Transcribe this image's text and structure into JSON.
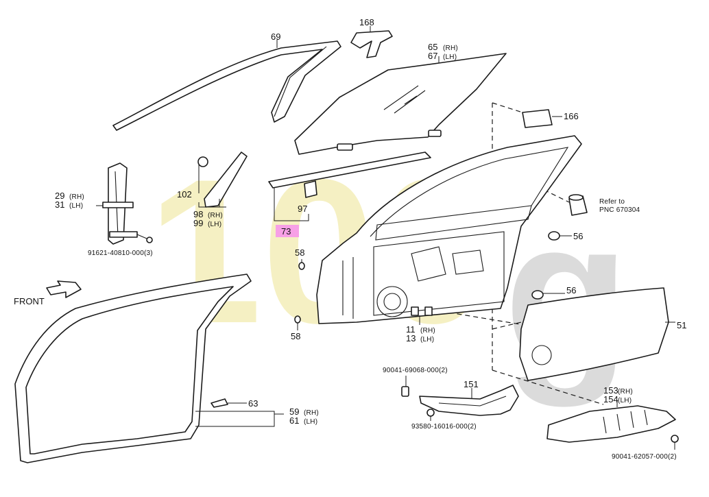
{
  "watermark": {
    "main": "100",
    "tail": "g",
    "color_yellow": "#f2ecb0",
    "color_gray": "#cfcfcf"
  },
  "highlight_color": "#f7a0e6",
  "labels": {
    "p69": "69",
    "p168": "168",
    "p65": "65",
    "p67": "67",
    "rh": "(RH)",
    "lh": "(LH)",
    "p166": "166",
    "p102": "102",
    "p98": "98",
    "p99": "99",
    "p97": "97",
    "p73": "73",
    "p29": "29",
    "p31": "31",
    "bolt1": "91621-40810-000(3)",
    "refer_to": "Refer to",
    "pnc": "PNC 670304",
    "p56a": "56",
    "p56b": "56",
    "p58a": "58",
    "p58b": "58",
    "front": "FRONT",
    "p51": "51",
    "p11": "11",
    "p13": "13",
    "clip1": "90041-69068-000(2)",
    "p151": "151",
    "p153": "153",
    "p154": "154",
    "p63": "63",
    "p59": "59",
    "p61": "61",
    "nut1": "93580-16016-000(2)",
    "clip2": "90041-62057-000(2)"
  }
}
